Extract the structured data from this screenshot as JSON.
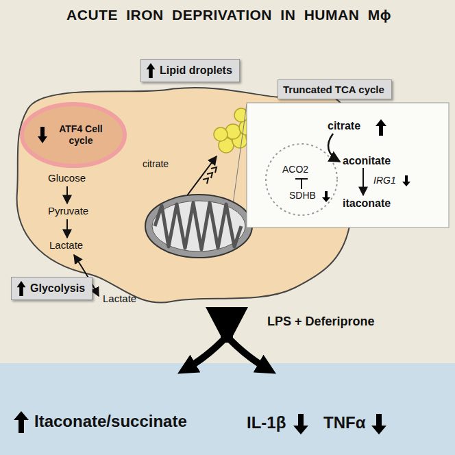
{
  "diagram": {
    "title": "ACUTE IRON DEPRIVATION IN HUMAN Mϕ",
    "nodes": [
      {
        "text": [
          "Lipid droplets"
        ]
      },
      {
        "text": [
          "ATF4 Cell cycle"
        ]
      },
      {
        "text": [
          "Glycolysis"
        ]
      },
      {
        "text": [
          "Truncated TCA cycle"
        ]
      }
    ],
    "labels": [
      "Glucose",
      "Pyruvate",
      "Lactate",
      "Lactate",
      "citrate",
      "citrate",
      "aconitate",
      "ACO2",
      "SDHB",
      "IRG1",
      "itaconate",
      "LPS + Deferiprone",
      "Itaconate/succinate",
      "IL-1β",
      "TNFα"
    ]
  }
}
